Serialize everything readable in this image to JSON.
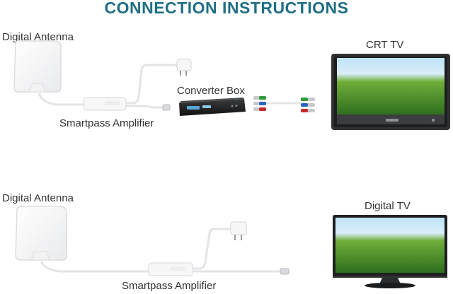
{
  "title": "CONNECTION INSTRUCTIONS",
  "colors": {
    "title": "#1f6f86",
    "screen_green": "#4f9a2e",
    "sky": "#bfe3f5",
    "tv_bezel": "#2f3133",
    "rca_yellow": "#e8c21c",
    "rca_red": "#c8282a",
    "rca_white": "#f0f0f0",
    "rca_green": "#2e9a3c",
    "rca_blue": "#2a63c4"
  },
  "setups": [
    {
      "antenna_label": "Digital Antenna",
      "amplifier_label": "Smartpass Amplifier",
      "converter_label": "Converter Box",
      "tv_label": "CRT TV"
    },
    {
      "antenna_label": "Digital Antenna",
      "amplifier_label": "Smartpass Amplifier",
      "tv_label": "Digital TV"
    }
  ]
}
